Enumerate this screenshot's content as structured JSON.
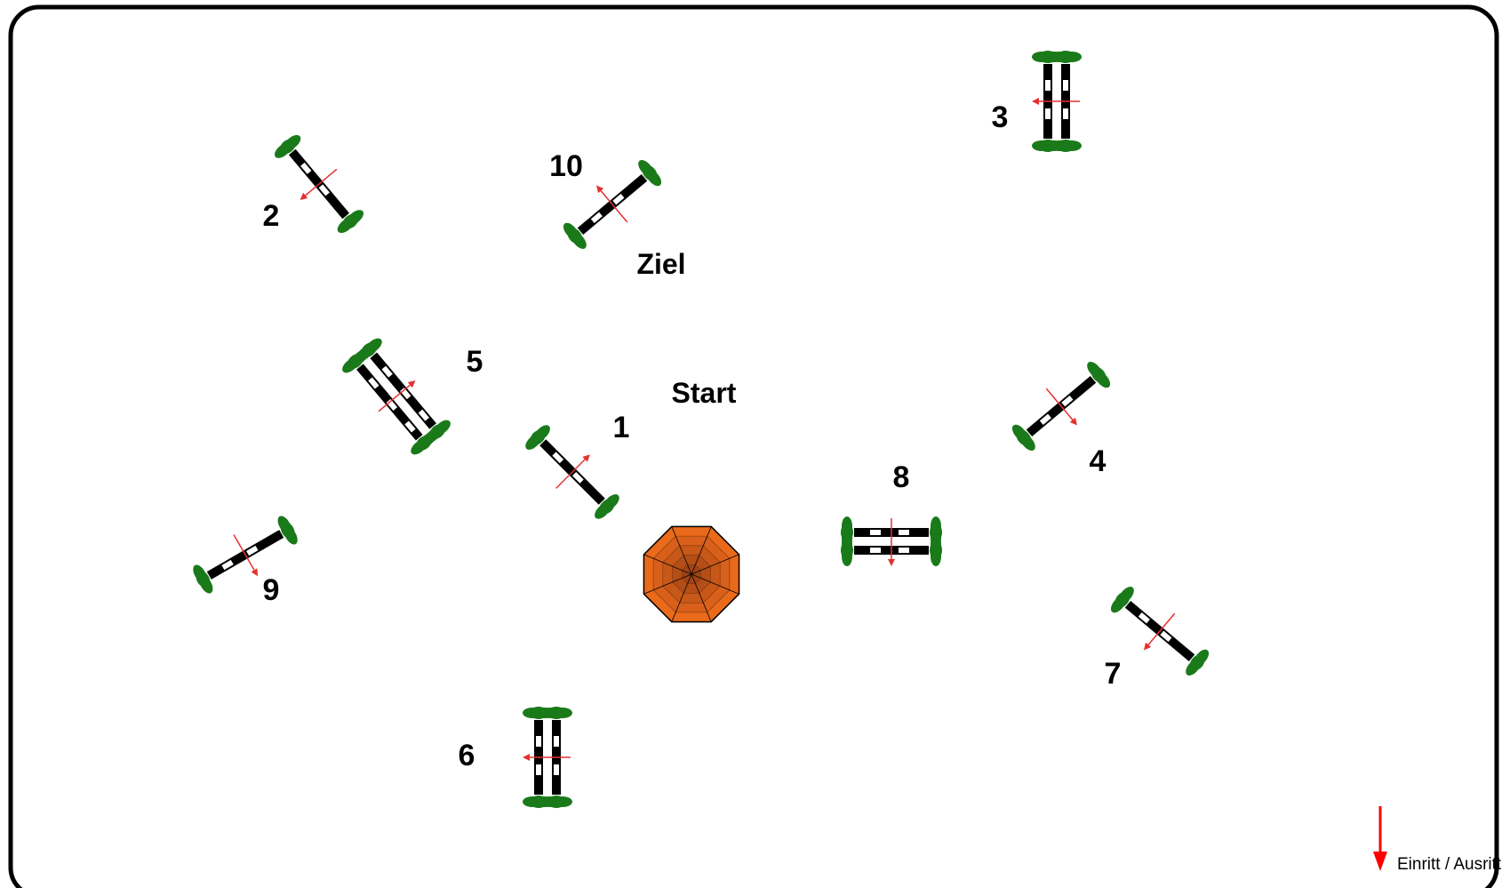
{
  "course": {
    "labels": {
      "start": "Start",
      "finish": "Ziel"
    },
    "legend": {
      "text": "Einritt / Ausritt",
      "arrow_color": "#ff0000"
    },
    "colors": {
      "border": "#000000",
      "rail_dark": "#000000",
      "rail_light": "#ffffff",
      "bush": "#1a7a1a",
      "direction": "#e53030",
      "tower": "#e86a1a"
    },
    "jumps": [
      {
        "number": "1",
        "kind": "vertical"
      },
      {
        "number": "2",
        "kind": "vertical"
      },
      {
        "number": "3",
        "kind": "oxer"
      },
      {
        "number": "4",
        "kind": "vertical"
      },
      {
        "number": "5",
        "kind": "oxer"
      },
      {
        "number": "6",
        "kind": "oxer"
      },
      {
        "number": "7",
        "kind": "vertical"
      },
      {
        "number": "8",
        "kind": "oxer"
      },
      {
        "number": "9",
        "kind": "vertical"
      },
      {
        "number": "10",
        "kind": "vertical"
      }
    ]
  }
}
